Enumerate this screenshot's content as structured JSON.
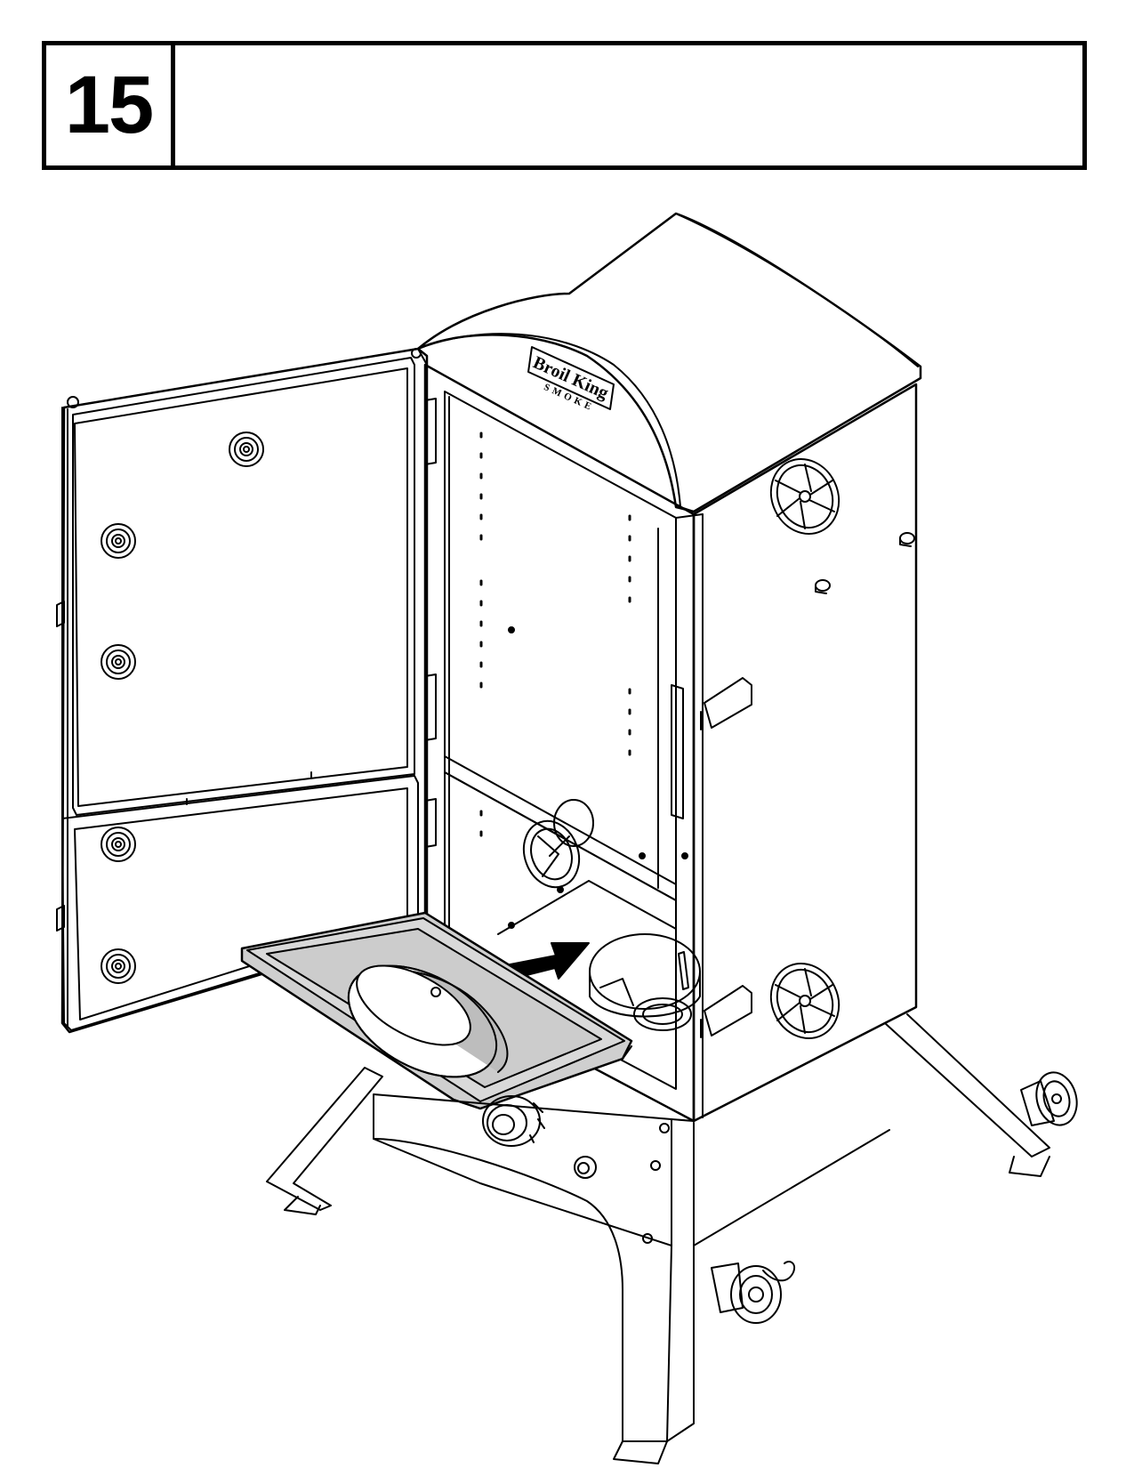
{
  "step": {
    "number": "15",
    "instruction": ""
  },
  "illustration": {
    "subject": "vertical-smoker-assembly",
    "logo": {
      "brand": "Broil King",
      "sub": "SMOKE"
    },
    "arrow_direction": "insert-tray-into-smoker"
  },
  "colors": {
    "line": "#000000",
    "tray_fill": "#cfcfcf",
    "background": "#ffffff"
  }
}
